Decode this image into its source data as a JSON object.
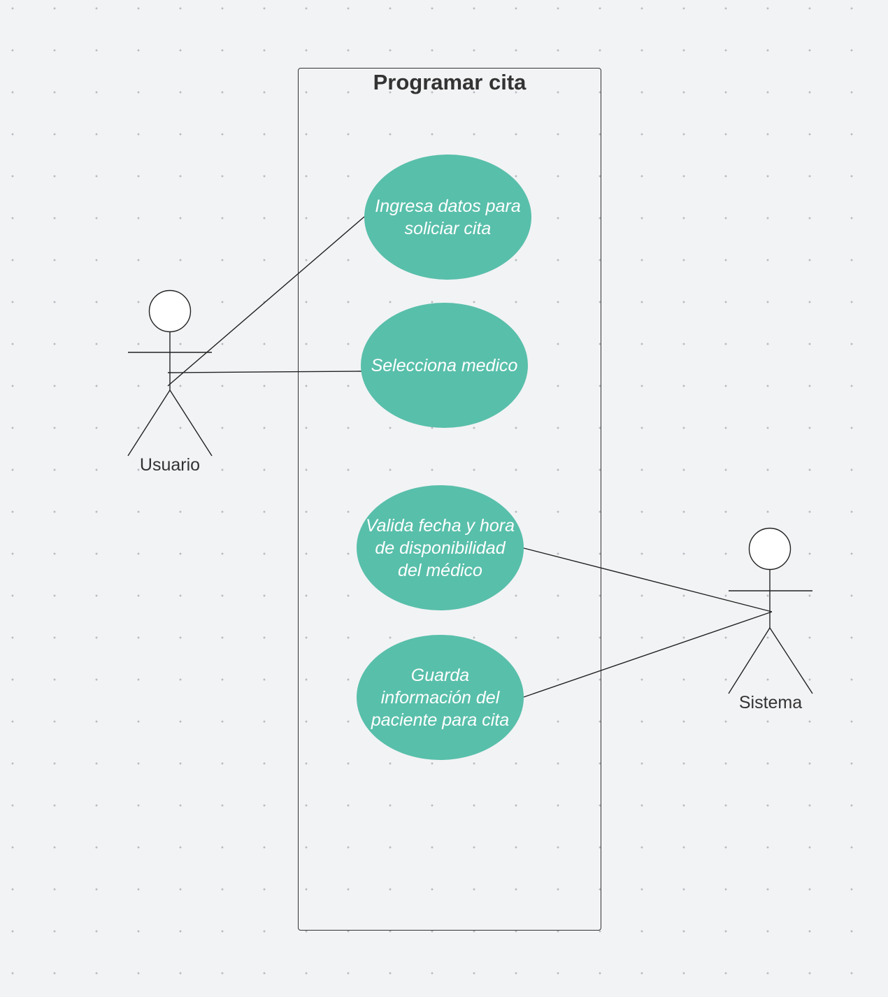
{
  "system_boundary": {
    "title": "Programar cita"
  },
  "use_cases": [
    {
      "id": "uc1",
      "label": "Ingresa datos para soliciar cita"
    },
    {
      "id": "uc2",
      "label": "Selecciona medico"
    },
    {
      "id": "uc3",
      "label": "Valida fecha y hora de disponibilidad del médico"
    },
    {
      "id": "uc4",
      "label": "Guarda información del paciente para cita"
    }
  ],
  "actors": [
    {
      "id": "usuario",
      "label": "Usuario"
    },
    {
      "id": "sistema",
      "label": "Sistema"
    }
  ],
  "associations": [
    {
      "from": "usuario",
      "to": "uc1"
    },
    {
      "from": "usuario",
      "to": "uc2"
    },
    {
      "from": "sistema",
      "to": "uc3"
    },
    {
      "from": "sistema",
      "to": "uc4"
    }
  ],
  "colors": {
    "use_case_fill": "#58bfaa",
    "use_case_text": "#ffffff",
    "line": "#222222",
    "background": "#f2f3f5"
  }
}
